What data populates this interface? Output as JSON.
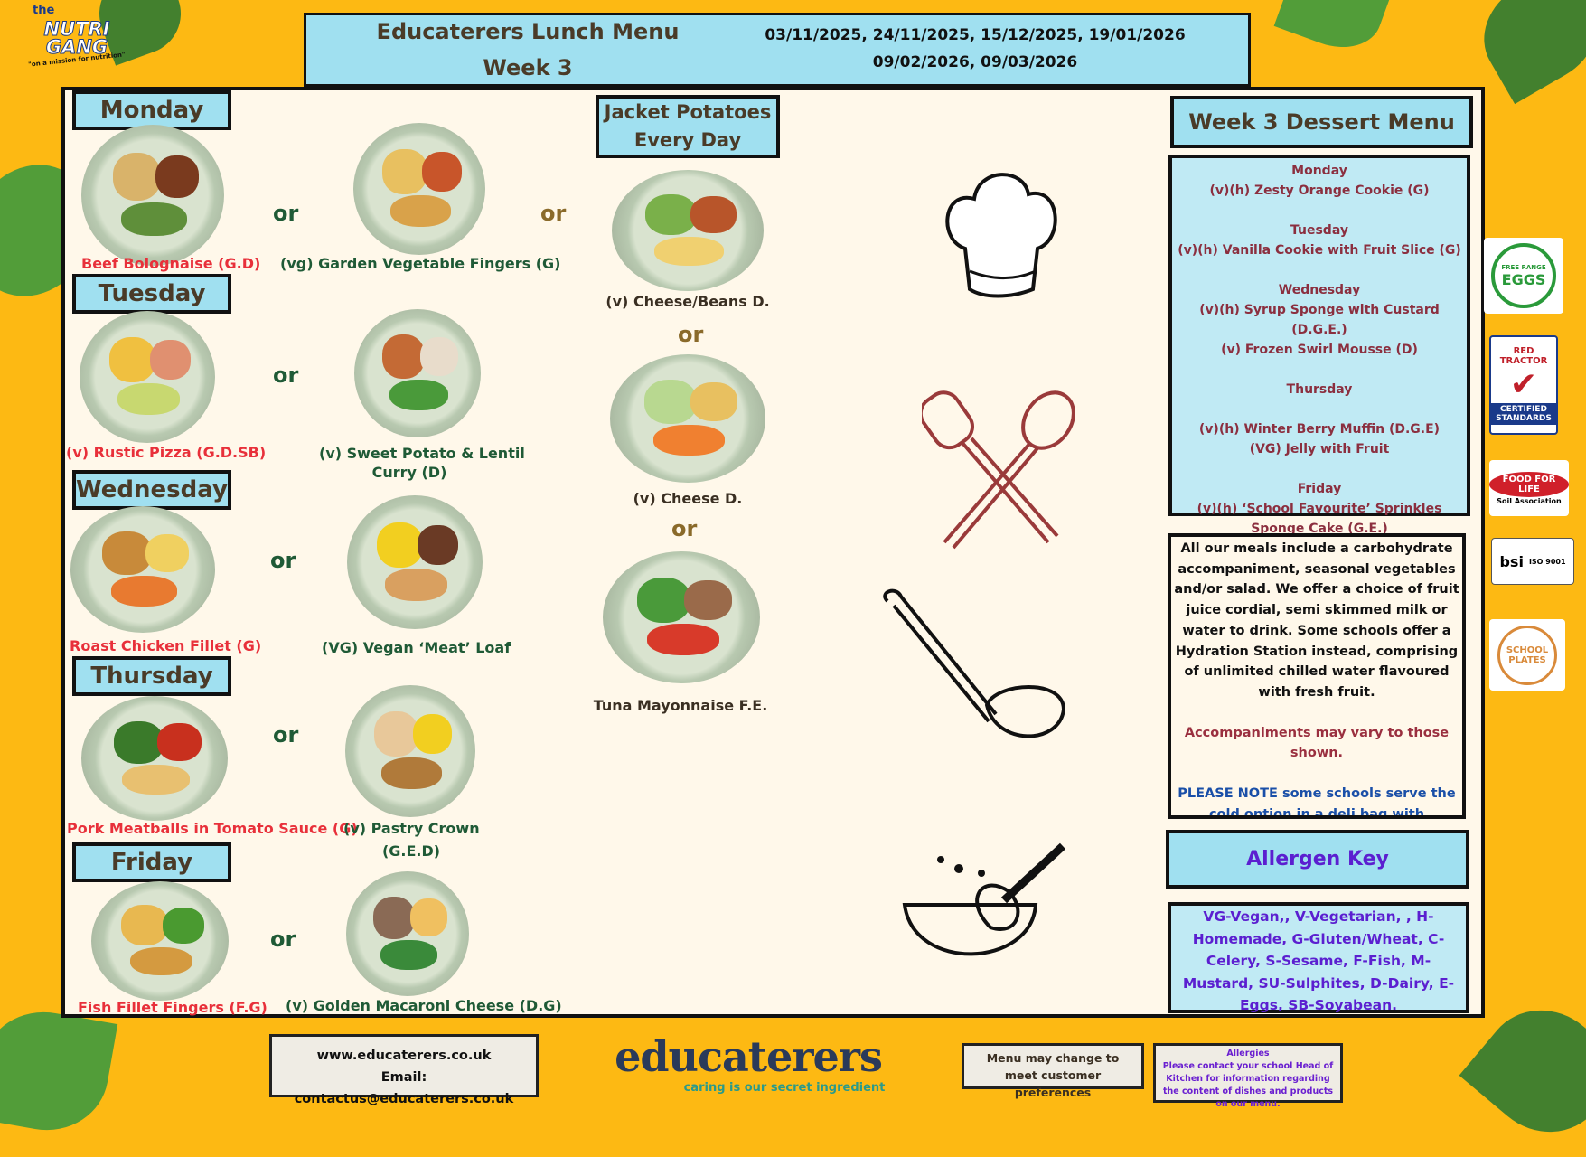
{
  "logo": {
    "line1": "the",
    "line2": "NUTRI",
    "line3": "GANG",
    "tagline": "\"on a mission for nutrition\""
  },
  "header": {
    "title": "Educaterers Lunch Menu",
    "week": "Week 3",
    "dates_line1": "03/11/2025, 24/11/2025, 15/12/2025, 19/01/2026",
    "dates_line2": "09/02/2026, 09/03/2026"
  },
  "or_label": "or",
  "days": [
    {
      "name": "Monday",
      "main": "Beef Bolognaise (G.D)",
      "alt": "(vg) Garden Vegetable Fingers (G)"
    },
    {
      "name": "Tuesday",
      "main": "(v) Rustic Pizza (G.D.SB)",
      "alt_line1": "(v) Sweet Potato & Lentil",
      "alt_line2": "Curry (D)"
    },
    {
      "name": "Wednesday",
      "main": "Roast Chicken Fillet (G)",
      "alt": "(VG) Vegan ‘Meat’ Loaf"
    },
    {
      "name": "Thursday",
      "main": "Pork Meatballs in Tomato Sauce (G)",
      "alt_line1": "(v) Pastry Crown",
      "alt_line2": "(G.E.D)"
    },
    {
      "name": "Friday",
      "main": "Fish Fillet Fingers (F.G)",
      "alt": "(v) Golden Macaroni  Cheese (D.G)"
    }
  ],
  "jacket": {
    "title_line1": "Jacket Potatoes",
    "title_line2": "Every Day",
    "items": [
      "(v) Cheese/Beans D.",
      "(v) Cheese D.",
      "Tuna Mayonnaise F.E."
    ]
  },
  "dessert": {
    "title": "Week 3 Dessert Menu",
    "lines": [
      "Monday",
      "(v)(h) Zesty Orange Cookie (G)",
      "",
      "Tuesday",
      "(v)(h) Vanilla Cookie with Fruit Slice (G)",
      "",
      "Wednesday",
      "(v)(h) Syrup Sponge with Custard (D.G.E.)",
      "(v) Frozen Swirl Mousse (D)",
      "",
      "Thursday",
      "",
      "(v)(h) Winter Berry Muffin (D.G.E)",
      "(VG) Jelly with Fruit",
      "",
      "Friday",
      "(v)(h) ‘School Favourite’ Sprinkles Sponge Cake (G.E.)"
    ]
  },
  "info": {
    "text": "All our meals include a carbohydrate accompaniment, seasonal vegetables and/or salad. We offer a choice of fruit juice cordial, semi skimmed milk or water to drink. Some schools offer a Hydration Station instead, comprising of unlimited chilled water flavoured with fresh fruit.",
    "accompaniments": "Accompaniments may vary to those shown.",
    "note_bold": "PLEASE NOTE",
    "note": " some schools serve the cold option in a deli bag with vegetable sticks or salad, a dessert and a drink"
  },
  "allergen": {
    "title": "Allergen Key",
    "text": "VG-Vegan,, V-Vegetarian, , H-Homemade, G-Gluten/Wheat, C-Celery, S-Sesame, F-Fish, M-Mustard, SU-Sulphites, D-Dairy, E-Eggs, SB-Soyabean."
  },
  "badges": {
    "eggs": "EGGS",
    "eggs_ring": "FREE RANGE",
    "red_tractor": "RED TRACTOR",
    "red_tractor_sub": "CERTIFIED STANDARDS",
    "food_for_life": "FOOD FOR LIFE",
    "soil": "Soil Association",
    "bsi": "bsi",
    "iso": "ISO 9001",
    "school_plates": "SCHOOL PLATES"
  },
  "footer": {
    "website": "www.educaterers.co.uk",
    "email": "Email: contactus@educaterers.co.uk",
    "brand": "educaterers",
    "brand_tagline": "caring is our secret ingredient",
    "menu_change": "Menu may change to meet customer preferences",
    "allergies_title": "Allergies",
    "allergies_text": "Please contact your school  Head of Kitchen for information regarding the content of dishes and products on our menu."
  }
}
